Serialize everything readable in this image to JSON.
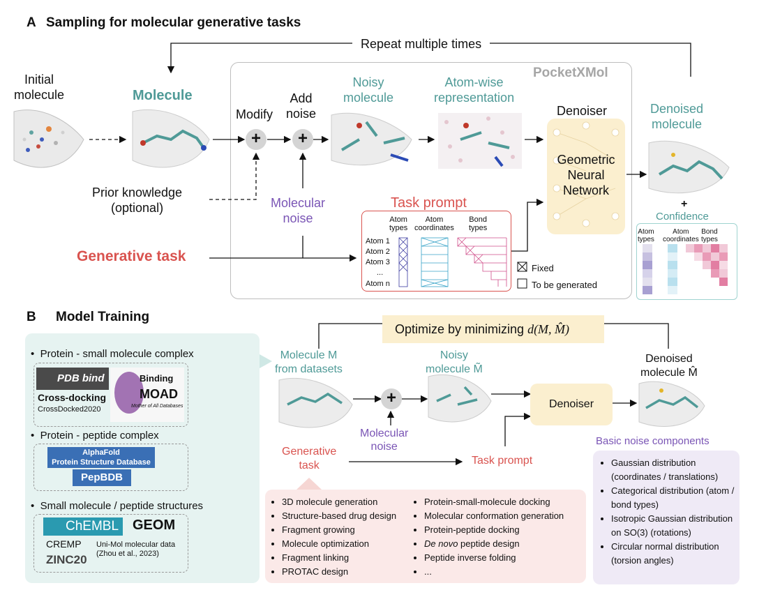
{
  "partA": {
    "letter": "A",
    "title": "Sampling for molecular generative tasks",
    "repeat": "Repeat multiple times",
    "initial": "Initial\nmolecule",
    "molecule": "Molecule",
    "modify": "Modify",
    "add_noise": "Add\nnoise",
    "noisy": "Noisy\nmolecule",
    "atomwise": "Atom-wise\nrepresentation",
    "pocketxmol": "PocketXMol",
    "denoiser": "Denoiser",
    "gnn": "Geometric\nNeural\nNetwork",
    "denoised": "Denoised\nmolecule",
    "plus_sign": "+",
    "confidence": "Confidence",
    "prior": "Prior knowledge\n(optional)",
    "mol_noise": "Molecular\nnoise",
    "task_prompt": "Task prompt",
    "gen_task": "Generative task",
    "prompt_cols": [
      "Atom\ntypes",
      "Atom\ncoordinates",
      "Bond\ntypes"
    ],
    "prompt_rows": [
      "Atom 1",
      "Atom 2",
      "Atom 3",
      "...",
      "Atom n"
    ],
    "legend_fixed": "Fixed",
    "legend_gen": "To be generated",
    "conf_cols": [
      "Atom\ntypes",
      "Atom\ncoordinates",
      "Bond\ntypes"
    ]
  },
  "partB": {
    "letter": "B",
    "title": "Model Training",
    "optimize": "Optimize by minimizing",
    "formula": "d(M, M̂)",
    "mol_m": "Molecule M\nfrom datasets",
    "noisy_m": "Noisy\nmolecule M̃",
    "denoised_m": "Denoised\nmolecule M̂",
    "denoiser": "Denoiser",
    "mol_noise": "Molecular\nnoise",
    "gen_task": "Generative\ntask",
    "task_prompt": "Task prompt",
    "basic_title": "Basic noise components",
    "basic_items": [
      "Gaussian distribution (coordinates / translations)",
      "Categorical distribution (atom / bond types)",
      "Isotropic Gaussian distribution on SO(3) (rotations)",
      "Circular normal distribution (torsion angles)"
    ],
    "tasks_left": [
      "3D molecule generation",
      "Structure-based drug design",
      "Fragment growing",
      "Molecule optimization",
      "Fragment linking",
      "PROTAC design"
    ],
    "tasks_right": [
      "Protein-small-molecule docking",
      "Molecular conformation generation",
      "Protein-peptide docking",
      "De novo peptide design",
      "Peptide inverse folding",
      "..."
    ],
    "datasets": {
      "group1": "Protein - small molecule complex",
      "pdbbind": "PDB bind",
      "binding": "Binding",
      "moad": "MOAD",
      "moad_sub": "Mother of All Databases",
      "crossdock": "Cross-docking",
      "crossdock2020": "CrossDocked2020",
      "group2": "Protein - peptide complex",
      "alphafold": "AlphaFold\nProtein Structure Database",
      "pepbdb": "PepBDB",
      "group3": "Small molecule / peptide structures",
      "chembl": "ChEMBL",
      "geom": "GEOM",
      "cremp": "CREMP",
      "unimol": "Uni-Mol molecular data\n(Zhou et al., 2023)",
      "zinc": "ZINC20"
    }
  },
  "colors": {
    "teal": "#4f9a97",
    "red": "#d9534f",
    "purple": "#7a55b5",
    "yellow": "#fbefcf",
    "mint": "#e6f3f1",
    "pink": "#fbe9e8",
    "lavender": "#efeaf6"
  }
}
